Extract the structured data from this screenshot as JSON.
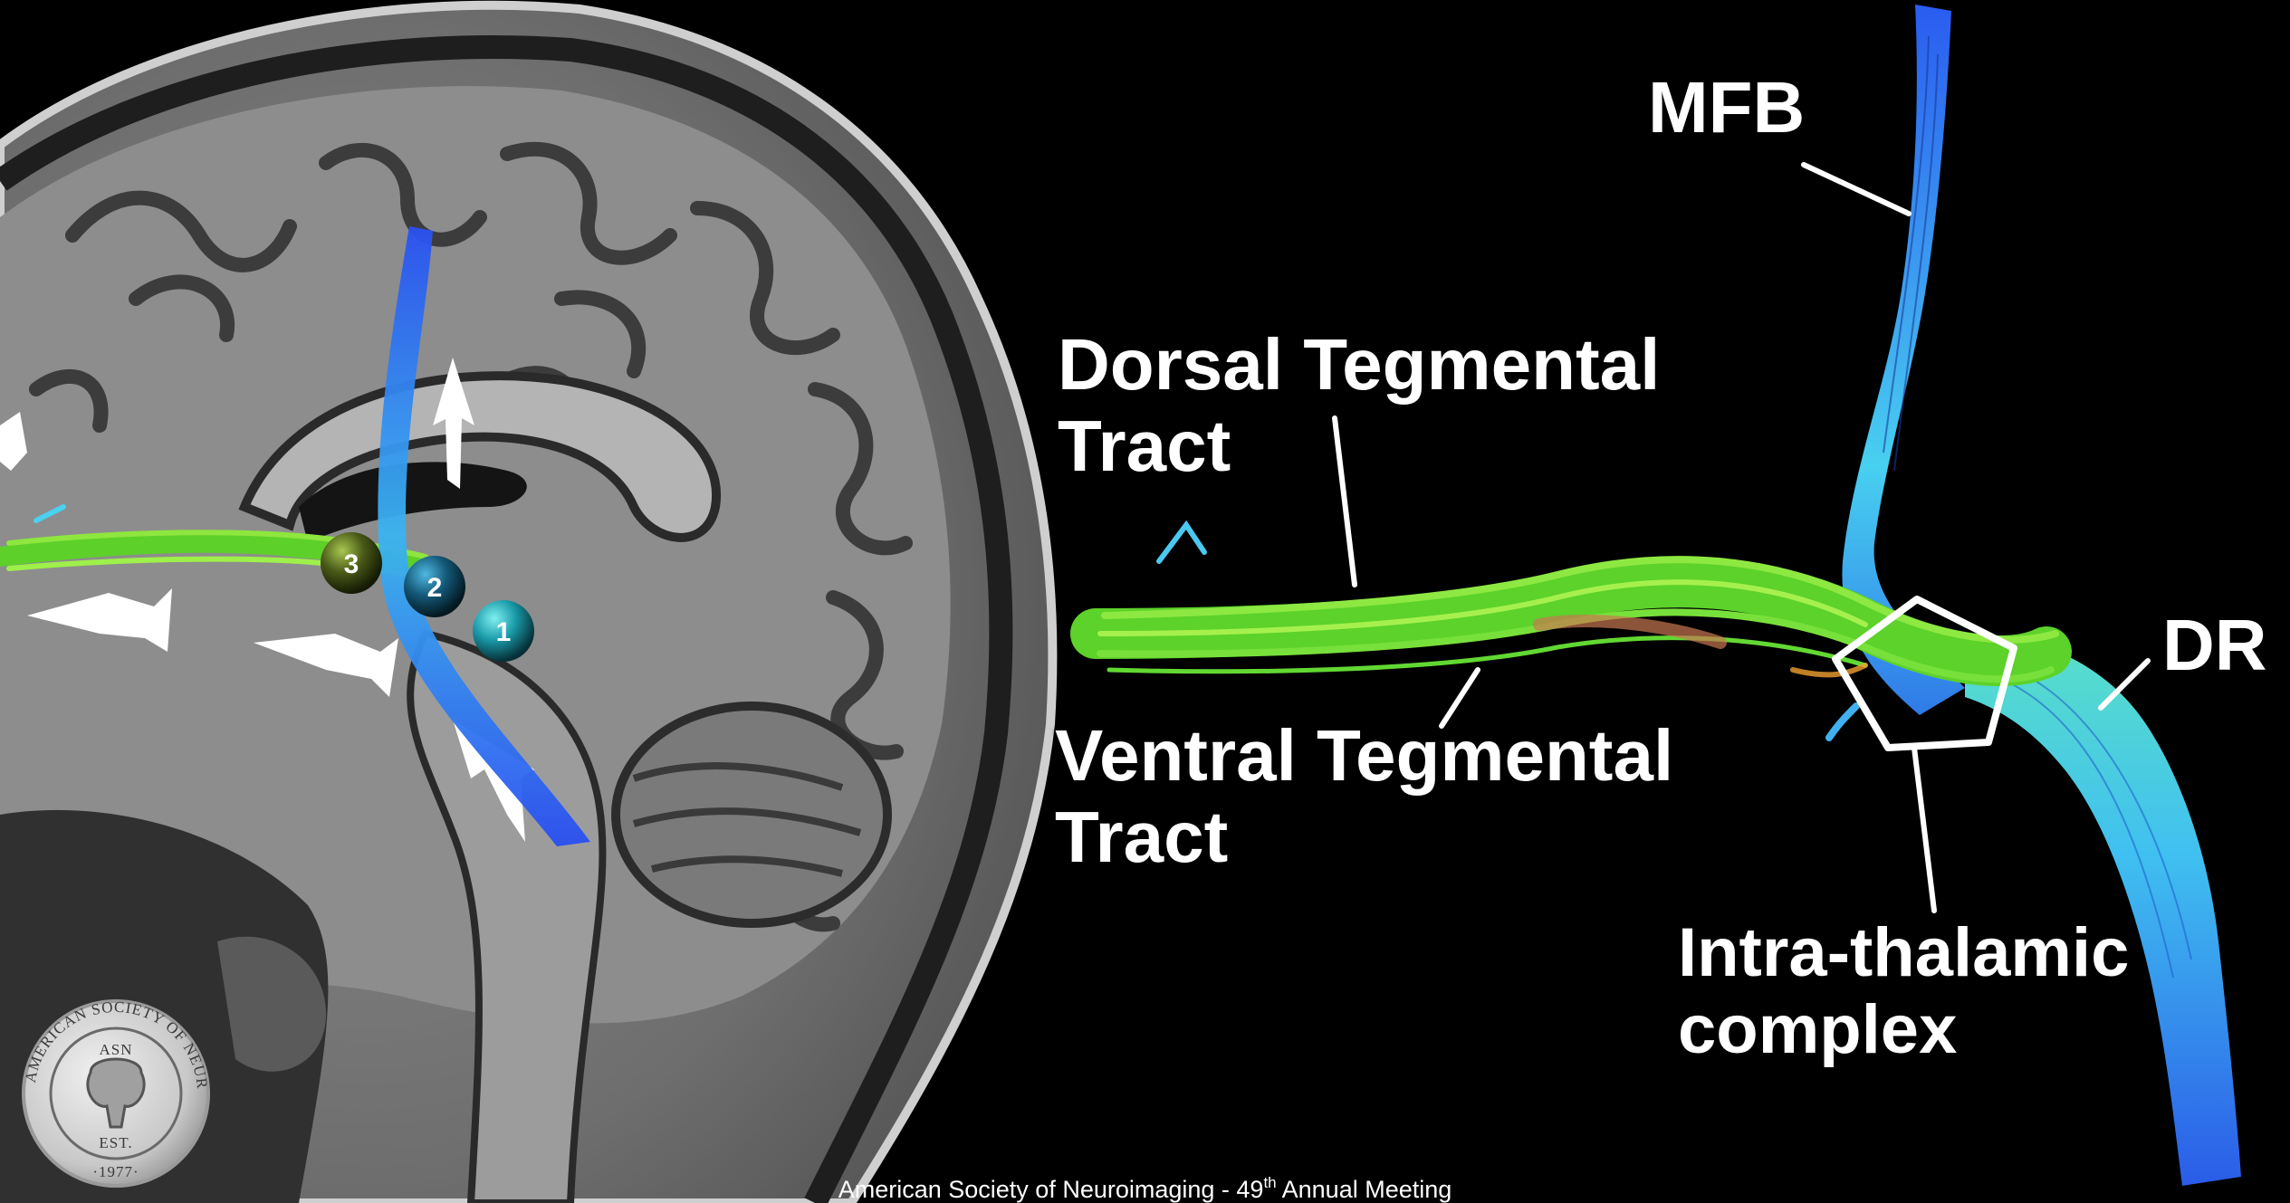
{
  "labels": {
    "mfb": "MFB",
    "dorsal_line1": "Dorsal Tegmental",
    "dorsal_line2": "Tract",
    "ventral_line1": "Ventral Tegmental",
    "ventral_line2": "Tract",
    "dr": "DR",
    "intra_line1": "Intra-thalamic",
    "intra_line2": "complex"
  },
  "markers": [
    "1",
    "2",
    "3"
  ],
  "footer": {
    "before": "American Society of Neuroimaging - 49",
    "sup": "th",
    "after": " Annual Meeting"
  },
  "seal": {
    "ring_text": "AMERICAN SOCIETY OF NEUROIMAGING",
    "abbr": "ASN",
    "est": "EST.",
    "year": "·1977·"
  },
  "colors": {
    "background": "#000000",
    "label": "#ffffff",
    "tract_green": "#7ee63a",
    "tract_blue": "#2a66f0",
    "tract_cyan": "#40c8f0"
  }
}
